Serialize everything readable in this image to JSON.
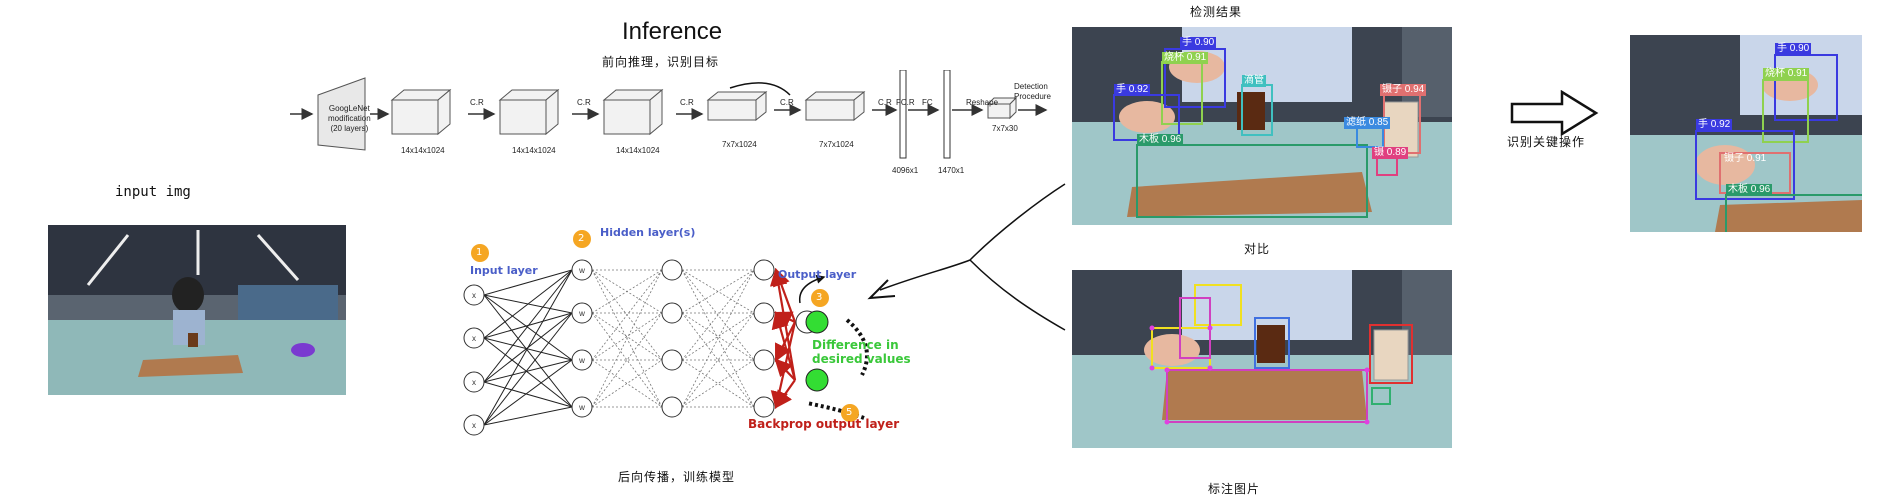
{
  "input": {
    "label": "input img"
  },
  "inference": {
    "title": "Inference",
    "subtitle": "前向推理，识别目标",
    "googlenet": [
      "GoogLeNet",
      "modification",
      "(20 layers)"
    ],
    "blocks": [
      "14x14x1024",
      "14x14x1024",
      "14x14x1024",
      "7x7x1024",
      "7x7x1024"
    ],
    "block_links": [
      "C.R",
      "C.R",
      "C.R",
      "C.R",
      "C.R"
    ],
    "fc_links": [
      "FC.R",
      "FC",
      "Reshape"
    ],
    "fc_sizes": [
      "4096x1",
      "1470x1"
    ],
    "out_size": "7x7x30",
    "detection": [
      "Detection",
      "Procedure"
    ]
  },
  "network": {
    "numbers": [
      "1",
      "2",
      "3",
      "5"
    ],
    "input_layer": "Input layer",
    "hidden_layer": "Hidden layer(s)",
    "output_layer": "Output layer",
    "difference": [
      "Difference in",
      "desired values"
    ],
    "backprop": "Backprop output layer",
    "node_x": "x",
    "node_w": "w",
    "caption": "后向传播，训练模型"
  },
  "detect": {
    "title": "检测结果",
    "compare": "对比",
    "labels": [
      {
        "text": "手 0.90",
        "color": "#3a3ae0"
      },
      {
        "text": "烧杯 0.91",
        "color": "#8fd14f"
      },
      {
        "text": "手 0.92",
        "color": "#3a3ae0"
      },
      {
        "text": "镊子 0.94",
        "color": "#e07070"
      },
      {
        "text": "滴管",
        "color": "#40c0c0"
      },
      {
        "text": "木板 0.96",
        "color": "#2a9a6a"
      },
      {
        "text": "镊 0.89",
        "color": "#e04080"
      },
      {
        "text": "滤纸 0.85",
        "color": "#3a8ae0"
      }
    ],
    "annotation_caption": "标注图片"
  },
  "result": {
    "arrow_label": "识别关键操作",
    "labels": [
      {
        "text": "手 0.90",
        "color": "#3a3ae0"
      },
      {
        "text": "烧杯 0.91",
        "color": "#8fd14f"
      },
      {
        "text": "手 0.92",
        "color": "#3a3ae0"
      },
      {
        "text": "镊子 0.91",
        "color": "#e07070"
      },
      {
        "text": "木板 0.96",
        "color": "#2a9a6a"
      }
    ]
  }
}
